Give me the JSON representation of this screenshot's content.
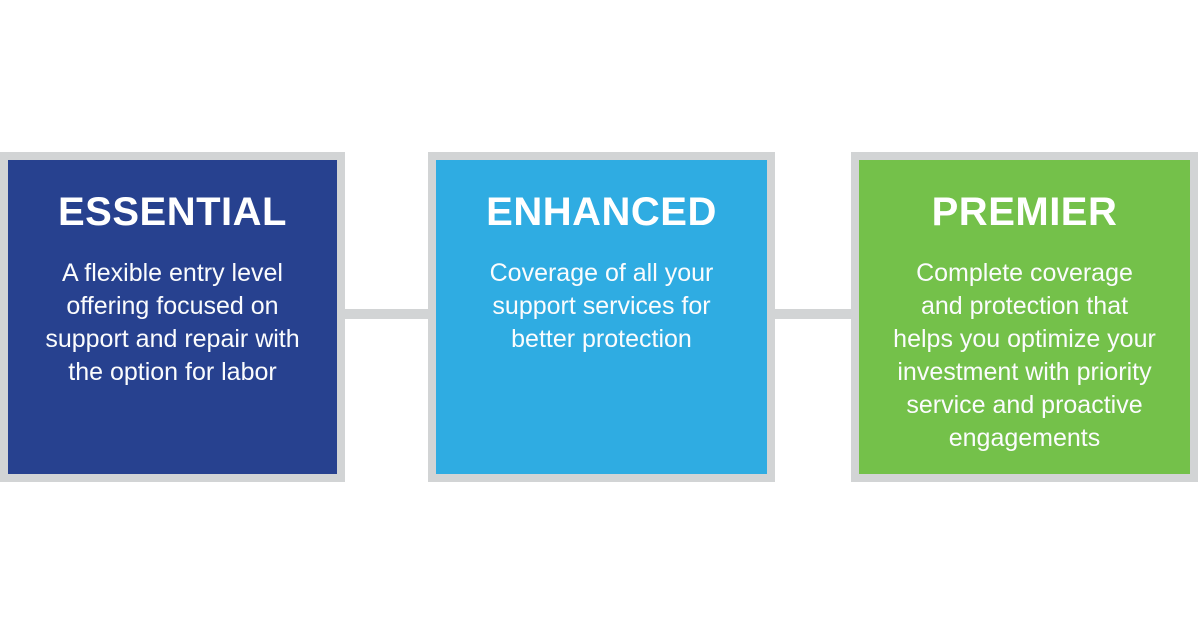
{
  "page": {
    "background_color": "#ffffff",
    "border_color": "#d2d4d5",
    "connector": {
      "color": "#d2d4d5"
    }
  },
  "tiers": [
    {
      "id": "essential",
      "title": "ESSENTIAL",
      "color": "#27418f",
      "text_color": "#ffffff",
      "lines": [
        "A flexible entry level",
        "offering focused on",
        "support and repair with",
        "the option for labor"
      ]
    },
    {
      "id": "enhanced",
      "title": "ENHANCED",
      "color": "#2face2",
      "text_color": "#ffffff",
      "lines": [
        "Coverage of all your",
        "support services for",
        "better protection"
      ]
    },
    {
      "id": "premier",
      "title": "PREMIER",
      "color": "#74c14a",
      "text_color": "#ffffff",
      "lines": [
        "Complete coverage",
        "and protection that",
        "helps you optimize your",
        "investment with priority",
        "service and proactive",
        "engagements"
      ]
    }
  ]
}
